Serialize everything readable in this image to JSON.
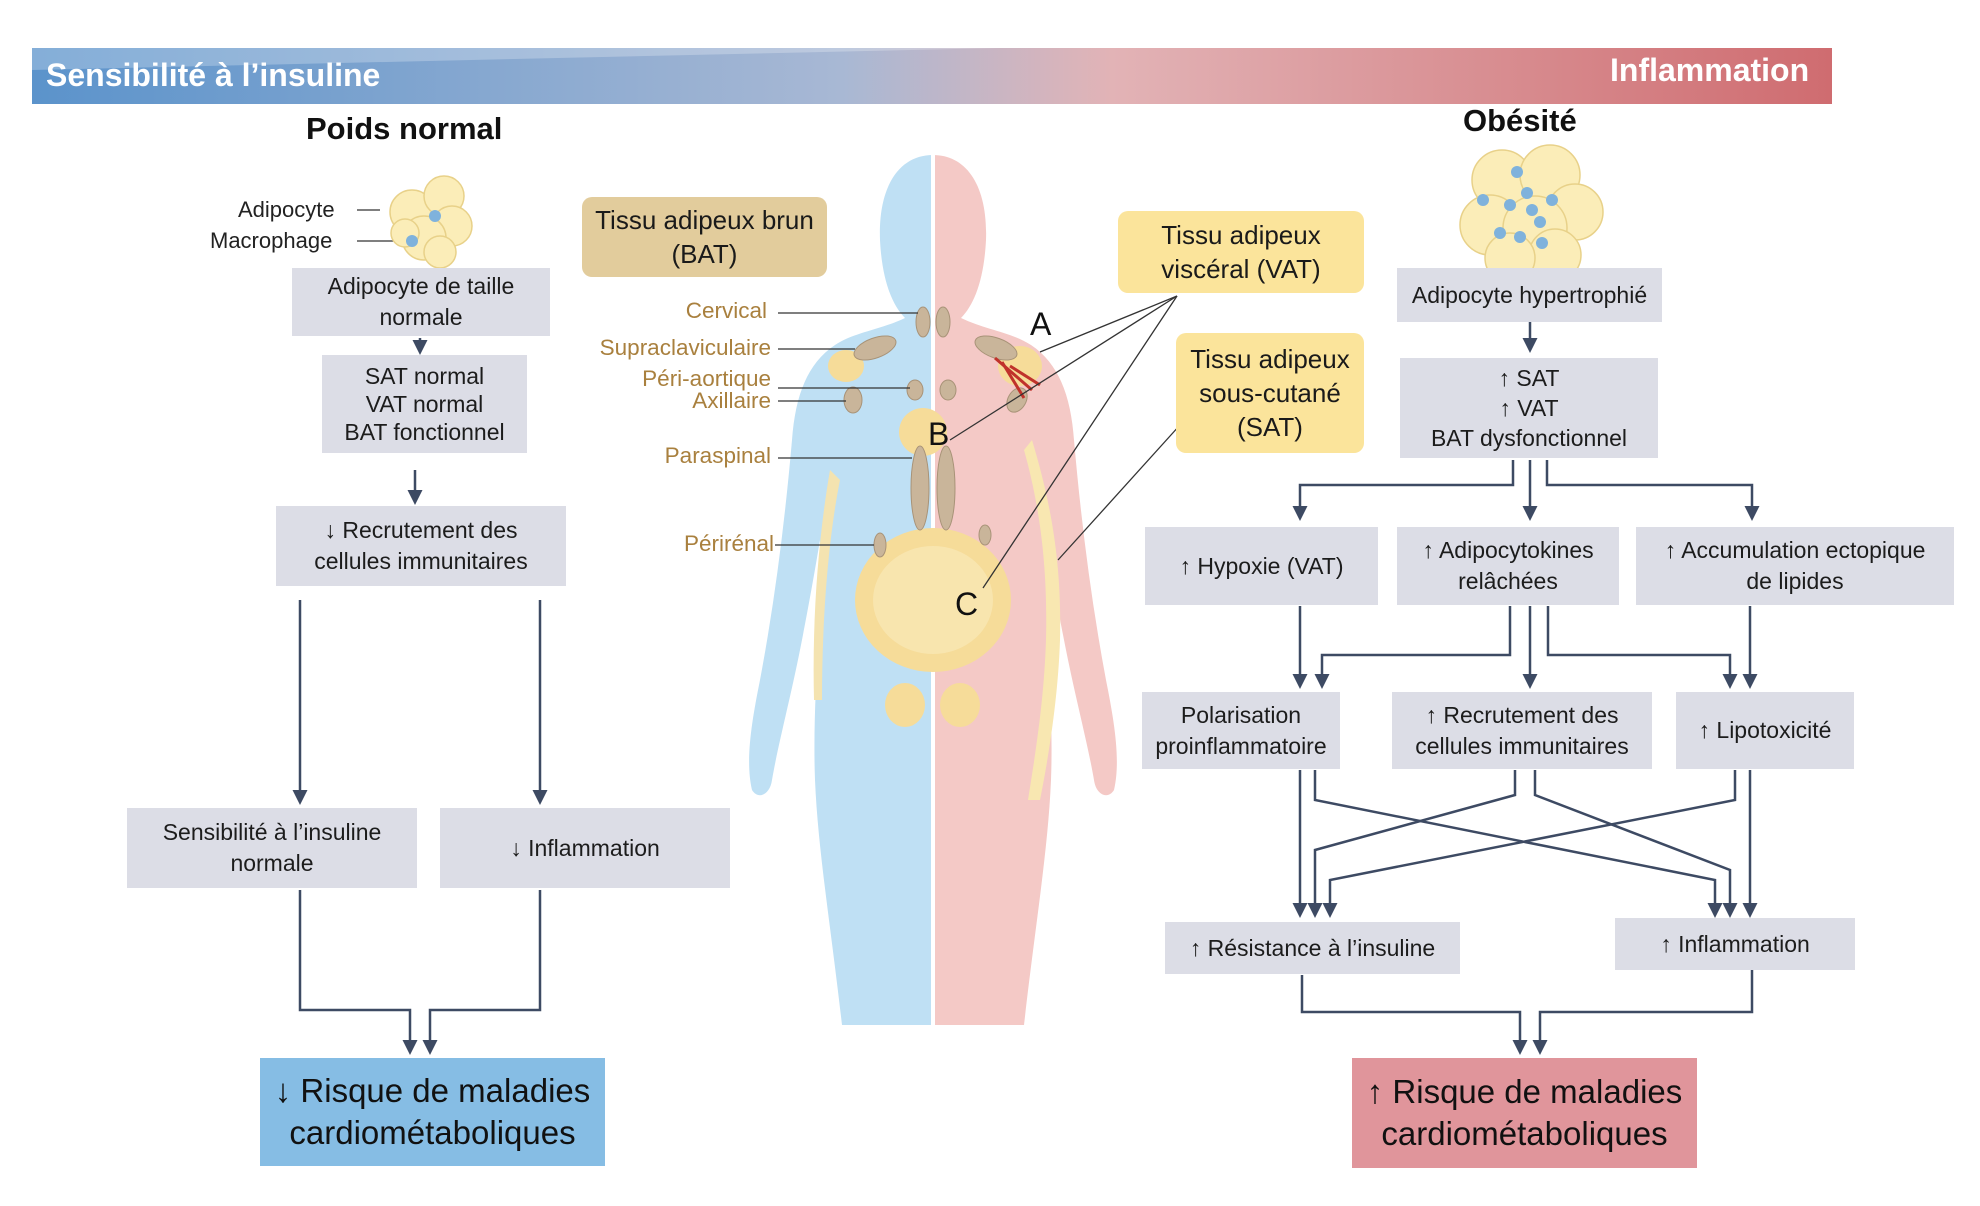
{
  "colors": {
    "insulin_blue": "#5b93cb",
    "inflammation_red": "#cf6c70",
    "box_grey": "#dcdde6",
    "bat_legend": "#e2cc9c",
    "vat_legend": "#fbe49b",
    "tissue_tan": "#a9803e",
    "risk_low": "#86bde4",
    "risk_high": "#e0959b",
    "arrow": "#3d4a63"
  },
  "header": {
    "left": "Sensibilité à l’insuline",
    "right": "Inflammation"
  },
  "normal": {
    "title": "Poids normal",
    "cell_labels": {
      "adipocyte": "Adipocyte",
      "macrophage": "Macrophage"
    },
    "box_size": "Adipocyte de taille\nnormale",
    "box_tissues": "SAT normal\nVAT normal\nBAT fonctionnel",
    "box_recruitment": "↓ Recrutement des\ncellules immunitaires",
    "box_sensitivity": "Sensibilité à l’insuline\nnormale",
    "box_inflammation": "↓ Inflammation",
    "risk": "↓ Risque de maladies\ncardiométaboliques"
  },
  "body": {
    "legend_bat": "Tissu adipeux brun\n(BAT)",
    "legend_vat": "Tissu adipeux\nviscéral (VAT)",
    "legend_sat": "Tissu adipeux\nsous-cutané\n(SAT)",
    "depots": [
      "Cervical",
      "Supraclaviculaire",
      "Péri-aortique",
      "Axillaire",
      "Paraspinal",
      "Périrénal"
    ],
    "letters": [
      "A",
      "B",
      "C"
    ]
  },
  "obese": {
    "title": "Obésité",
    "box_hypertrophy": "Adipocyte hypertrophié",
    "box_tissues": "↑ SAT\n↑ VAT\nBAT dysfonctionnel",
    "box_hypoxia": "↑ Hypoxie (VAT)",
    "box_adipocytokines": "↑ Adipocytokines\nrelâchées",
    "box_lipids": "↑ Accumulation ectopique\nde lipides",
    "box_polarisation": "Polarisation\nproinflammatoire",
    "box_recruitment": "↑ Recrutement des\ncellules immunitaires",
    "box_lipotox": "↑ Lipotoxicité",
    "box_resistance": "↑ Résistance à l’insuline",
    "box_inflammation": "↑ Inflammation",
    "risk": "↑ Risque de maladies\ncardiométaboliques"
  }
}
